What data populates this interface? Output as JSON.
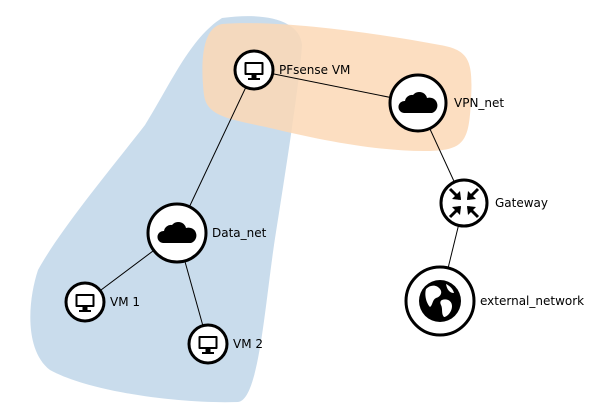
{
  "zones": [
    {
      "id": "data-zone",
      "color": "#c9dcec"
    },
    {
      "id": "vpn-zone",
      "color": "#fbd8b6"
    }
  ],
  "nodes": [
    {
      "id": "pfsense",
      "label": "PFsense VM",
      "icon": "computer-icon"
    },
    {
      "id": "vpn_net",
      "label": "VPN_net",
      "icon": "cloud-icon"
    },
    {
      "id": "gateway",
      "label": "Gateway",
      "icon": "router-icon"
    },
    {
      "id": "external",
      "label": "external_network",
      "icon": "globe-icon"
    },
    {
      "id": "data_net",
      "label": "Data_net",
      "icon": "cloud-icon"
    },
    {
      "id": "vm1",
      "label": "VM 1",
      "icon": "computer-icon"
    },
    {
      "id": "vm2",
      "label": "VM 2",
      "icon": "computer-icon"
    }
  ],
  "links": [
    {
      "from": "pfsense",
      "to": "vpn_net"
    },
    {
      "from": "pfsense",
      "to": "data_net"
    },
    {
      "from": "vpn_net",
      "to": "gateway"
    },
    {
      "from": "gateway",
      "to": "external"
    },
    {
      "from": "data_net",
      "to": "vm1"
    },
    {
      "from": "data_net",
      "to": "vm2"
    }
  ]
}
